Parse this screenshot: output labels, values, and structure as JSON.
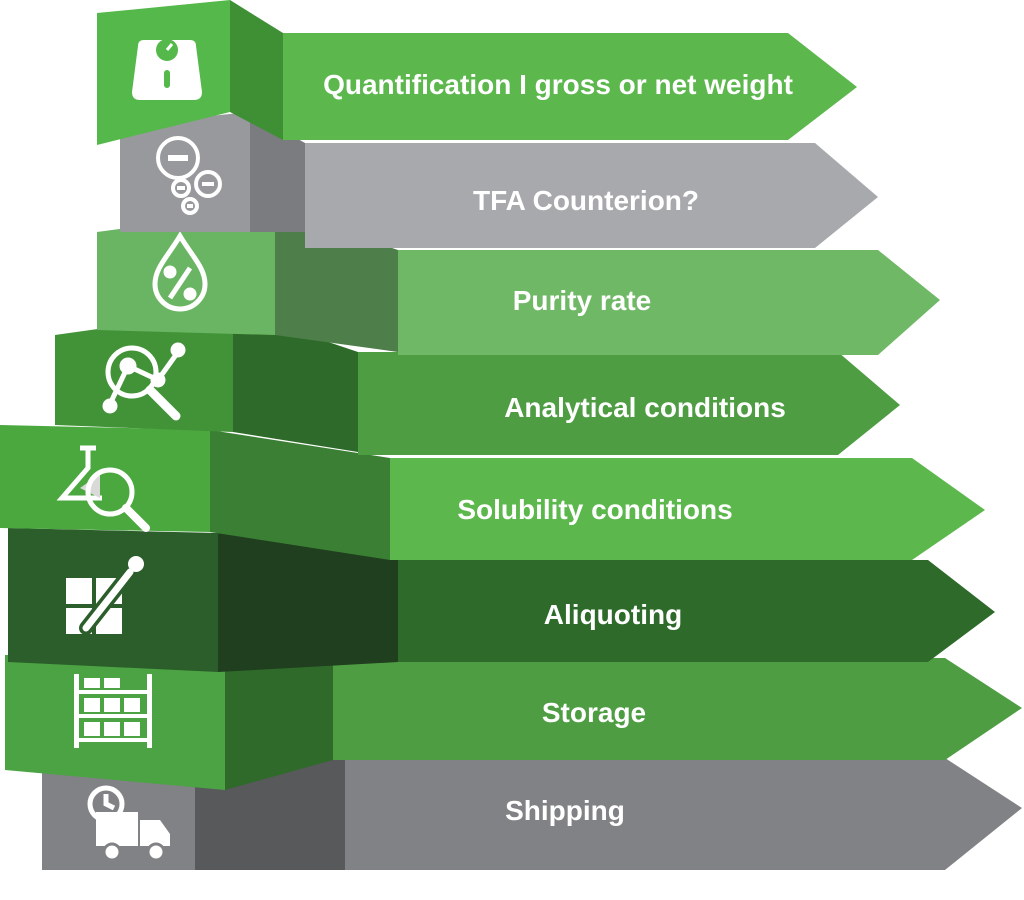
{
  "steps": [
    {
      "label": "Quantification I gross or net weight",
      "icon": "scale-icon",
      "colors": {
        "arrow": "#5cb84d",
        "front": "#55b84a",
        "side": "#3f8f35"
      }
    },
    {
      "label": "TFA Counterion?",
      "icon": "counterion-minus-icon",
      "colors": {
        "arrow": "#a7a9ac",
        "front": "#98999c",
        "side": "#7b7c7f"
      }
    },
    {
      "label": "Purity rate",
      "icon": "purity-drop-icon",
      "colors": {
        "arrow": "#6fb866",
        "front": "#6ab563",
        "side": "#4e7e49"
      }
    },
    {
      "label": "Analytical conditions",
      "icon": "analytics-magnifier-icon",
      "colors": {
        "arrow": "#4e9d43",
        "front": "#429338",
        "side": "#2e6a29"
      }
    },
    {
      "label": "Solubility conditions",
      "icon": "flask-magnifier-icon",
      "colors": {
        "arrow": "#5cb84d",
        "front": "#4aa83f",
        "side": "#3a7f33"
      }
    },
    {
      "label": "Aliquoting",
      "icon": "pipette-grid-icon",
      "colors": {
        "arrow": "#2e6b2b",
        "front": "#2b5e2a",
        "side": "#1f3f1e"
      }
    },
    {
      "label": "Storage",
      "icon": "storage-shelf-icon",
      "colors": {
        "arrow": "#4e9d43",
        "front": "#4ba344",
        "side": "#2f6a2b"
      }
    },
    {
      "label": "Shipping",
      "icon": "shipping-truck-icon",
      "colors": {
        "arrow": "#808285",
        "front": "#808285",
        "side": "#58595b"
      }
    }
  ]
}
